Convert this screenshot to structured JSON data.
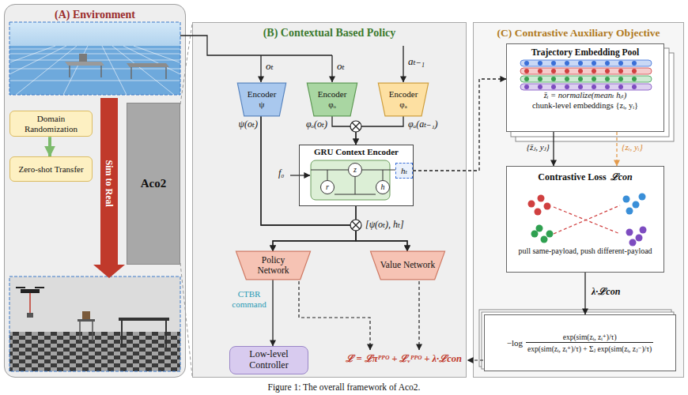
{
  "diagram": {
    "caption": "Figure 1: The overall framework of Aco2.",
    "nodes": [
      {
        "text": [
          "(A) Environment"
        ]
      },
      {
        "text": [
          "Domain Randomization"
        ],
        "in": 0
      },
      {
        "text": [
          "Zero-shot Transfer"
        ],
        "in": 0
      },
      {
        "text": [
          "Aco2"
        ],
        "in": 0
      },
      {
        "text": [
          "(B) Contextual Based Policy"
        ]
      },
      {
        "text": [
          "Encoder ψ"
        ],
        "in": 4
      },
      {
        "text": [
          "Encoder φₒ"
        ],
        "in": 4
      },
      {
        "text": [
          "Encoder φₐ"
        ],
        "in": 4
      },
      {
        "text": [
          "GRU Context Encoder"
        ],
        "in": 4
      },
      {
        "text": [
          "r"
        ],
        "in": 8
      },
      {
        "text": [
          "z"
        ],
        "in": 8
      },
      {
        "text": [
          "h"
        ],
        "in": 8
      },
      {
        "text": [
          "hₜ"
        ],
        "in": 8
      },
      {
        "text": [
          "Policy Network"
        ],
        "in": 4
      },
      {
        "text": [
          "Value Network"
        ],
        "in": 4
      },
      {
        "text": [
          "Low-level Controller"
        ],
        "in": 4
      },
      {
        "text": [
          "(C) Contrastive Auxiliary Objective"
        ]
      },
      {
        "text": [
          "Trajectory Embedding Pool",
          "z̄ᵢ = normalize(meanₜ hᵢₜ)",
          "chunk-level embeddings {zᵢ, yᵢ}"
        ],
        "in": 16
      },
      {
        "text": [
          "Contrastive Loss",
          "ℒcon",
          "pull same-payload, push different-payload"
        ],
        "in": 16
      },
      {
        "text": [
          "−log",
          "exp(sim(zᵢ, zᵢ⁺)/τ)",
          "exp(sim(zᵢ, zᵢ⁺)/τ) + Σⱼ exp(sim(zᵢ, zⱼ⁻)/τ)"
        ],
        "in": 16
      }
    ],
    "edges": [
      {
        "from": 1,
        "to": 2,
        "arrow": "to"
      },
      {
        "from": 6,
        "to": 8,
        "arrow": "to"
      },
      {
        "from": 7,
        "to": 8,
        "arrow": "to"
      },
      {
        "from": 5,
        "to": 13,
        "arrow": "to"
      },
      {
        "from": 5,
        "to": 14,
        "arrow": "to"
      },
      {
        "from": 8,
        "to": 13,
        "arrow": "to"
      },
      {
        "from": 8,
        "to": 14,
        "arrow": "to"
      },
      {
        "from": 13,
        "to": 15,
        "label": "CTBR command",
        "arrow": "to"
      },
      {
        "from": 12,
        "to": 17,
        "arrow": "to"
      },
      {
        "from": 17,
        "to": 18,
        "label": "{z̄ⱼ, yⱼ}",
        "arrow": "to"
      },
      {
        "from": 17,
        "to": 18,
        "label": "{zᵢ, yᵢ}",
        "arrow": "to"
      },
      {
        "from": 18,
        "to": 19,
        "label": "λ·ℒcon",
        "arrow": "to"
      }
    ],
    "labels": [
      "Sim to Real",
      "oₜ",
      "oₜ",
      "aₜ₋₁",
      "ψ(oₜ)",
      "φₒ(oₜ)",
      "φₐ(aₜ₋₁)",
      "f₀",
      "[ψ(oₜ), hₜ]",
      "ℒ = ℒπᴾᴾᴼ + ℒᵥᴾᴾᴼ + λ·ℒcon"
    ]
  }
}
